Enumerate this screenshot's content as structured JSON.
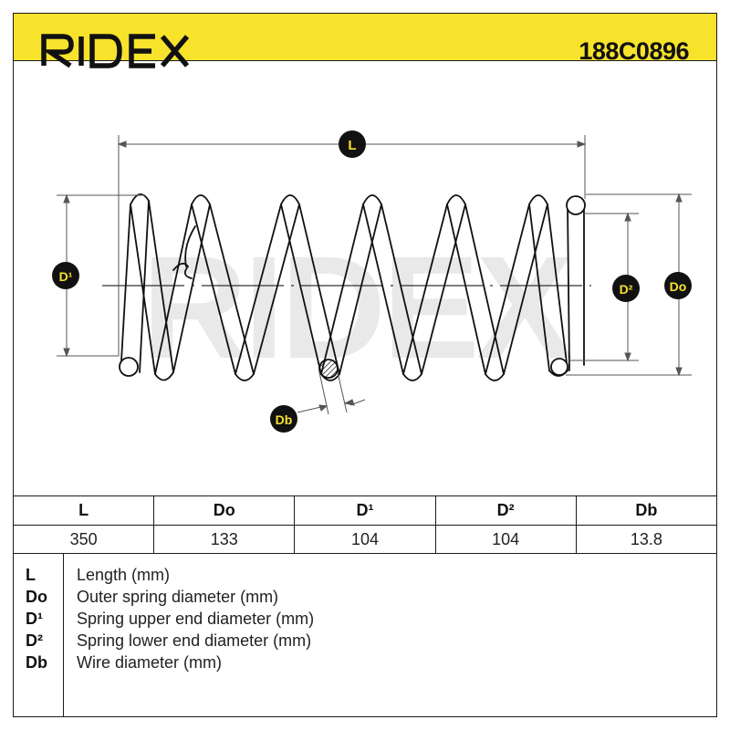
{
  "header": {
    "brand": "RIDEX",
    "part_number": "188C0896",
    "accent_color": "#f7e22c"
  },
  "diagram": {
    "watermark": "RIDEX",
    "labels": {
      "length": "L",
      "upper_diameter": "D¹",
      "lower_diameter": "D²",
      "outer_diameter": "Do",
      "wire_diameter": "Db"
    }
  },
  "specs": {
    "headers": [
      "L",
      "Do",
      "D¹",
      "D²",
      "Db"
    ],
    "values": [
      "350",
      "133",
      "104",
      "104",
      "13.8"
    ]
  },
  "legend": [
    {
      "symbol": "L",
      "description": "Length (mm)"
    },
    {
      "symbol": "Do",
      "description": "Outer spring diameter (mm)"
    },
    {
      "symbol": "D¹",
      "description": "Spring upper end diameter (mm)"
    },
    {
      "symbol": "D²",
      "description": "Spring lower end diameter (mm)"
    },
    {
      "symbol": "Db",
      "description": "Wire diameter (mm)"
    }
  ]
}
